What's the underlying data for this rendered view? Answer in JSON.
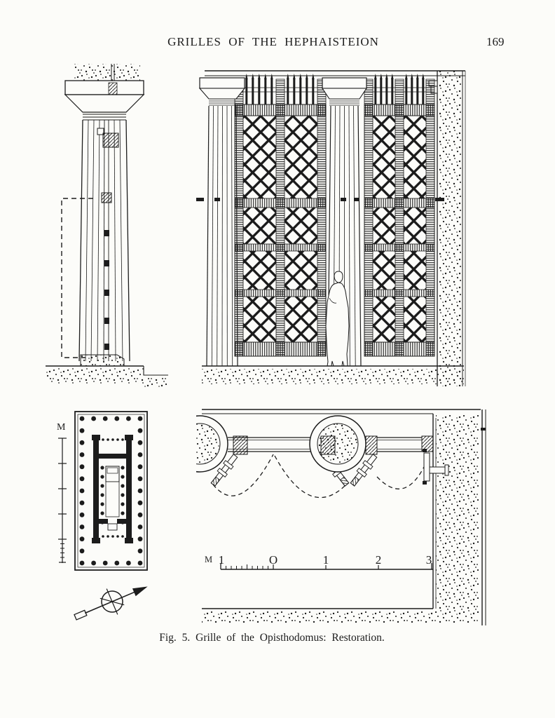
{
  "header": {
    "title": "GRILLES OF THE HEPHAISTEION",
    "page_number": "169"
  },
  "caption": "Fig. 5.  Grille of the Opisthodomus:  Restoration.",
  "temple_plan": {
    "scale_label": "M"
  },
  "detail_plan": {
    "scale_unit": "M",
    "scale_ticks": [
      "1",
      "O",
      "1",
      "2",
      "3"
    ]
  },
  "colors": {
    "ink": "#1c1c1c",
    "paper": "#fcfcf9"
  }
}
